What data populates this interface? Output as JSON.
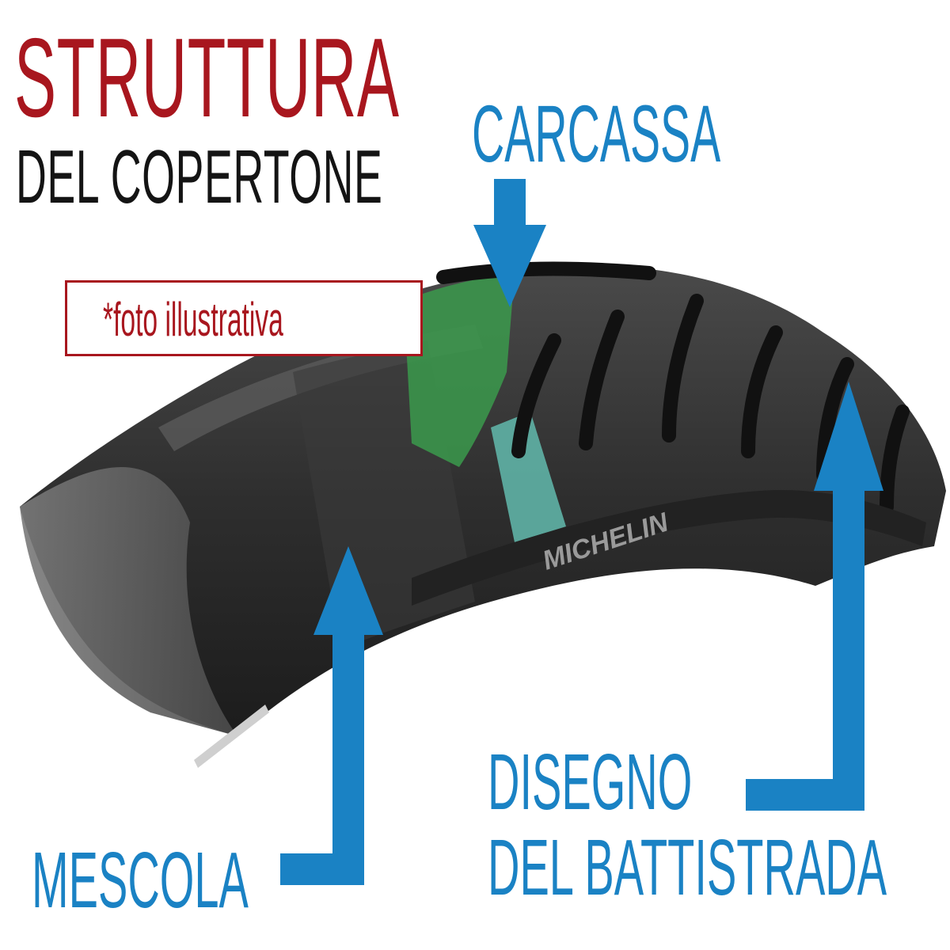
{
  "title": {
    "line1": "STRUTTURA",
    "line2": "DEL COPERTONE"
  },
  "note": "*foto illustrativa",
  "labels": {
    "carcassa": "CARCASSA",
    "disegno_line1": "DISEGNO",
    "disegno_line2": "DEL BATTISTRADA",
    "mescola": "MESCOLA"
  },
  "brand_text": "MICHELIN",
  "colors": {
    "title_red": "#a8161e",
    "title_black": "#141414",
    "label_blue": "#1a82c4",
    "tire_dark": "#2c2c2c",
    "layer_green": "#3b9a4c",
    "layer_teal": "#5fb3a6"
  }
}
